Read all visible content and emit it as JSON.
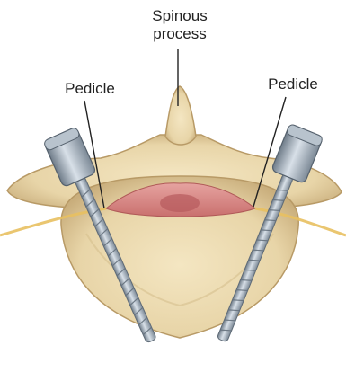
{
  "labels": {
    "spinous_line1": "Spinous",
    "spinous_line2": "process",
    "pedicle_left": "Pedicle",
    "pedicle_right": "Pedicle"
  },
  "icons": [
    "vertebra-illustration",
    "pedicle-screw-left-icon",
    "pedicle-screw-right-icon"
  ],
  "colors": {
    "bone": "#ecdcb4",
    "bone_shadow": "#c7ac7a",
    "canal": "#d98a8a",
    "screw_metal": "#9aa6b2",
    "nerve": "#e8c060",
    "leader_line": "#222222"
  }
}
